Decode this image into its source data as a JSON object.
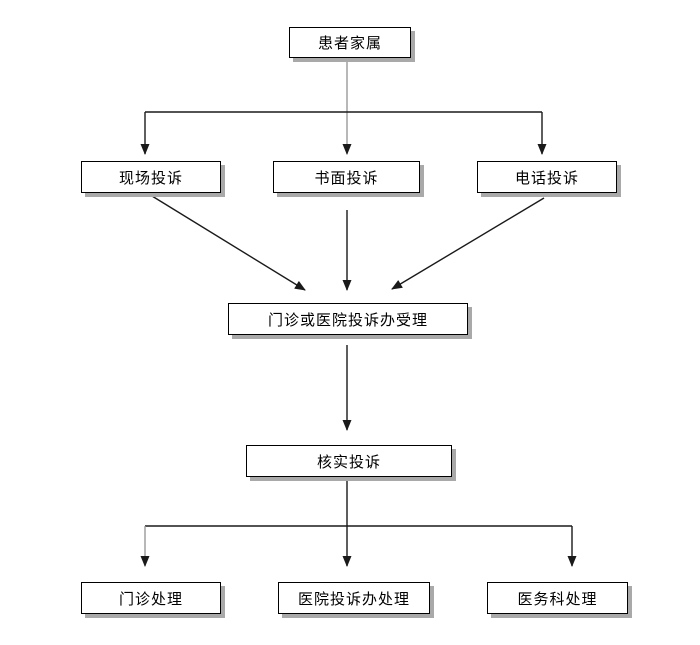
{
  "diagram": {
    "type": "flowchart",
    "nodes": {
      "patient_family": {
        "label": "患者家属"
      },
      "onsite_complaint": {
        "label": "现场投诉"
      },
      "written_complaint": {
        "label": "书面投诉"
      },
      "phone_complaint": {
        "label": "电话投诉"
      },
      "complaint_intake": {
        "label": "门诊或医院投诉办受理"
      },
      "verify_complaint": {
        "label": "核实投诉"
      },
      "outpatient_handling": {
        "label": "门诊处理"
      },
      "complaint_office_handling": {
        "label": "医院投诉办处理"
      },
      "medical_affairs_handling": {
        "label": "医务科处理"
      }
    },
    "edges": [
      {
        "from": "patient_family",
        "to": "onsite_complaint"
      },
      {
        "from": "patient_family",
        "to": "written_complaint"
      },
      {
        "from": "patient_family",
        "to": "phone_complaint"
      },
      {
        "from": "onsite_complaint",
        "to": "complaint_intake"
      },
      {
        "from": "written_complaint",
        "to": "complaint_intake"
      },
      {
        "from": "phone_complaint",
        "to": "complaint_intake"
      },
      {
        "from": "complaint_intake",
        "to": "verify_complaint"
      },
      {
        "from": "verify_complaint",
        "to": "outpatient_handling"
      },
      {
        "from": "verify_complaint",
        "to": "complaint_office_handling"
      },
      {
        "from": "verify_complaint",
        "to": "medical_affairs_handling"
      }
    ],
    "colors": {
      "box_fill": "#ffffff",
      "box_border": "#000000",
      "box_shadow": "#a9a9a9",
      "line": "#1a1a1a",
      "line_gray": "#999999",
      "text": "#000000",
      "background": "#ffffff"
    }
  }
}
